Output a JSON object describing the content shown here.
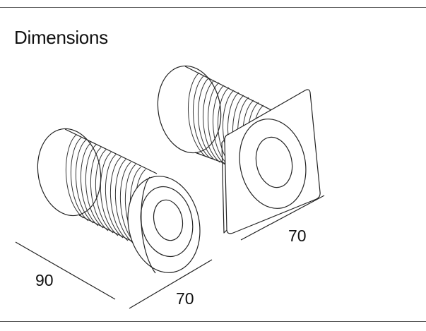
{
  "header": {
    "title": "Dimensions"
  },
  "dimensions": {
    "depth_label": "90",
    "width_label_round": "70",
    "width_label_square": "70"
  },
  "products": [
    {
      "name": "round-fitting",
      "trim": "round"
    },
    {
      "name": "square-fitting",
      "trim": "square"
    }
  ]
}
